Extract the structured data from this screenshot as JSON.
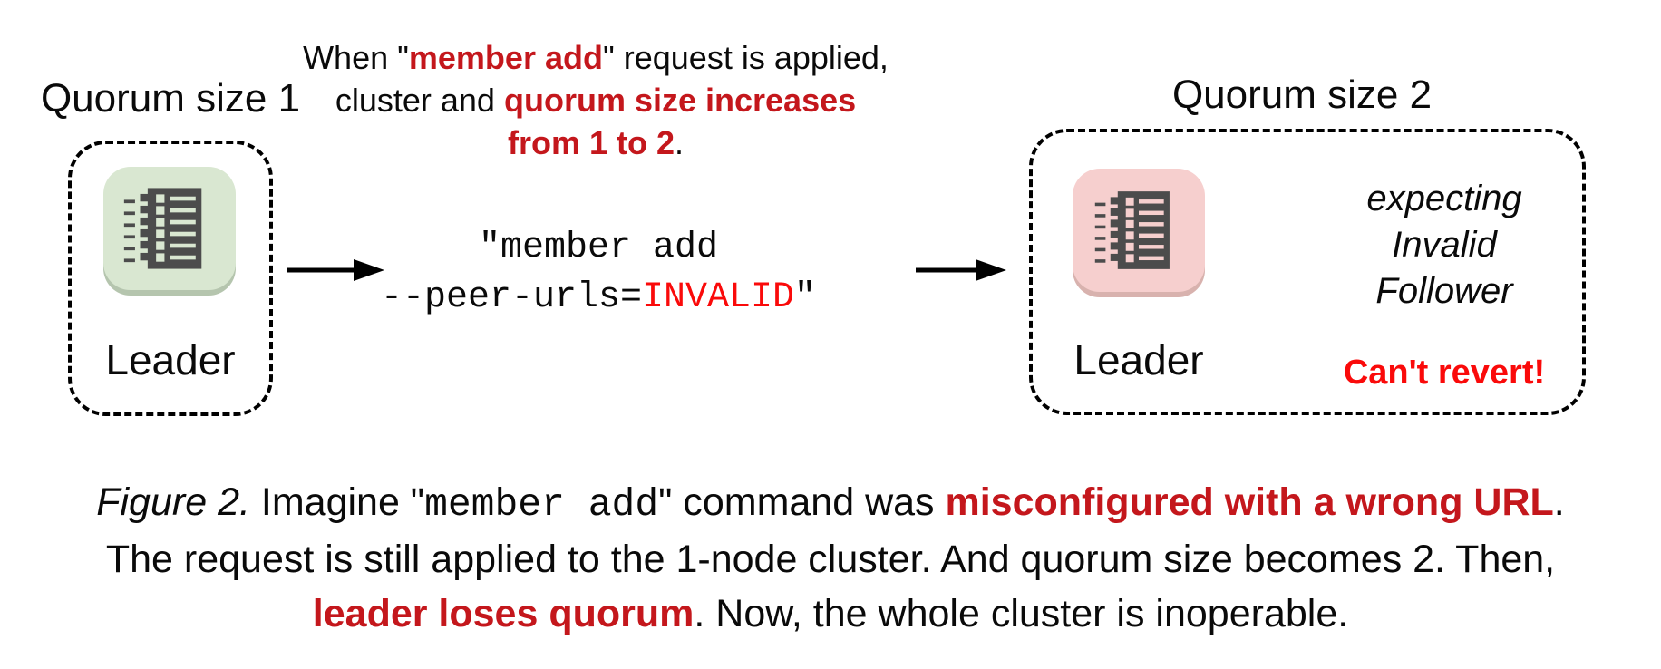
{
  "colors": {
    "red_bold_text": "#c4171c",
    "red_bright_text": "#fa0a0a",
    "icon_glyph_dark": "#4c4c4c",
    "leader_green_bg": "#d9e7d1",
    "leader_green_shadow": "#b5c5ae",
    "leader_pink_bg": "#f6cfce",
    "leader_pink_shadow": "#d8b2ae",
    "text": "#0a0a0a"
  },
  "titles": {
    "left": "Quorum size 1",
    "right": "Quorum size 2"
  },
  "annotation": {
    "line1_pre": "When \"",
    "line1_red": "member add",
    "line1_post": "\" request is applied,",
    "line2_pre": "cluster and ",
    "line2_red": "quorum size increases",
    "line3_red": "from 1 to 2",
    "line3_post": "."
  },
  "command": {
    "line1": "\"member add",
    "line2_pre": "--peer-urls=",
    "line2_red": "INVALID",
    "line2_post": "\""
  },
  "left_cluster": {
    "node_label": "Leader",
    "node_icon": "ledger-list-icon"
  },
  "right_cluster": {
    "node_label": "Leader",
    "node_icon": "ledger-list-icon",
    "note_lines": [
      "expecting",
      "Invalid",
      "Follower"
    ],
    "warning": "Can't revert!"
  },
  "caption": {
    "fig_label": "Figure 2.",
    "l1_a": " Imagine \"",
    "l1_mono": "member add",
    "l1_b": "\" command was ",
    "l1_red": "misconfigured with a wrong URL",
    "l1_c": ".",
    "l2": "The request is still applied to the 1-node cluster. And quorum size becomes 2. Then,",
    "l3_red": "leader loses quorum",
    "l3_post": ". Now, the whole cluster is inoperable."
  }
}
